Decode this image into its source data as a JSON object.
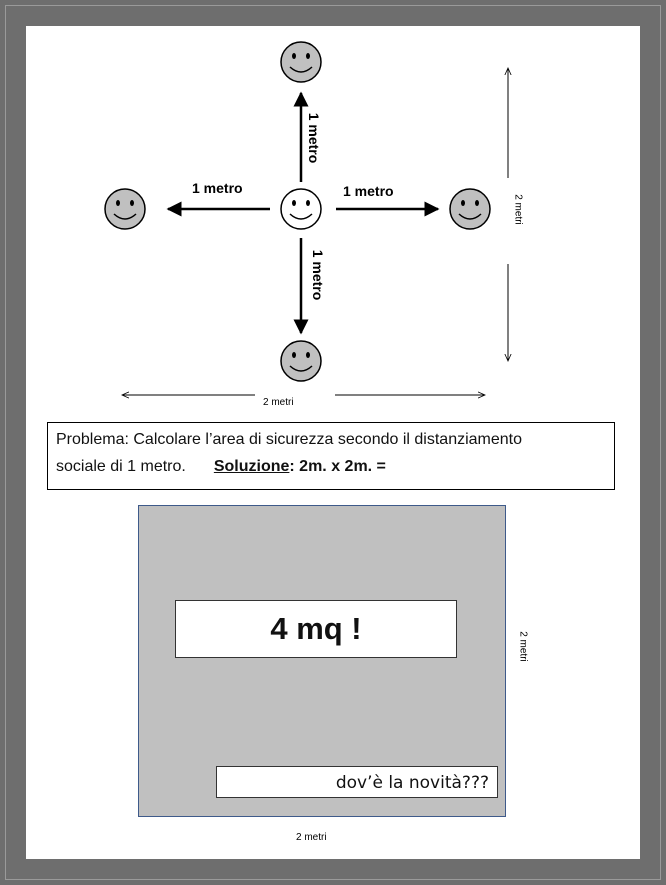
{
  "diagram": {
    "arrow_up_label": "1 metro",
    "arrow_left_label": "1 metro",
    "arrow_right_label": "1 metro",
    "arrow_down_label": "1 metro",
    "width_label": "2 metri",
    "height_label": "2 metri",
    "face_colors": {
      "center": "#ffffff",
      "neighbor": "#c0c0c0"
    }
  },
  "problem": {
    "line1": "Problema:  Calcolare l’area di sicurezza secondo il distanziamento",
    "line2_prefix": "sociale di 1 metro.",
    "solution_label": "Soluzione",
    "solution_text": ": 2m. x 2m. ="
  },
  "result": {
    "answer": "4 mq  !",
    "note": "dov’è  la novità???",
    "side_label": "2 metri",
    "bottom_label": "2 metri"
  }
}
